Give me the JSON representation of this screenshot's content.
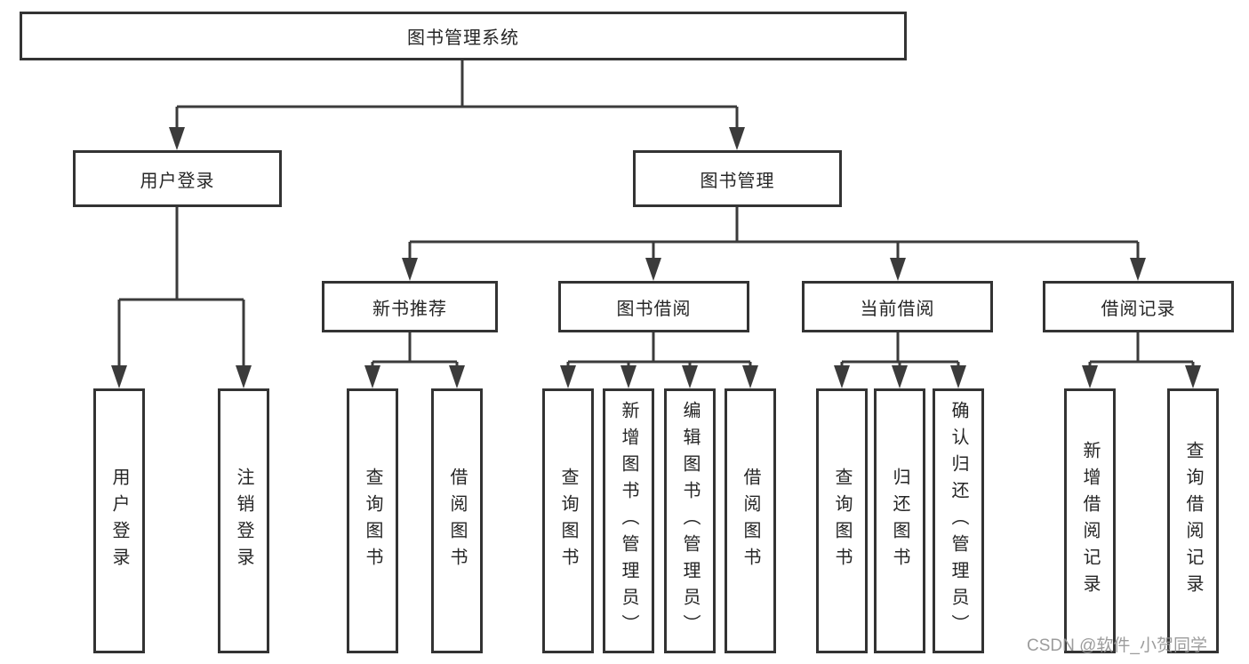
{
  "diagram": {
    "title": "图书管理系统",
    "kind": "hierarchy-diagram"
  },
  "nodes": {
    "root": "图书管理系统",
    "user_login": "用户登录",
    "book_mgmt": "图书管理",
    "new_book_rec": "新书推荐",
    "book_borrow": "图书借阅",
    "current_borrow": "当前借阅",
    "borrow_records": "借阅记录",
    "leaf_user_login": "用户登录",
    "leaf_logout": "注销登录",
    "leaf_rec_query_books": "查询图书",
    "leaf_rec_borrow_books": "借阅图书",
    "leaf_bb_query_books": "查询图书",
    "leaf_bb_add_books": "新增图书（管理员）",
    "leaf_bb_edit_books": "编辑图书（管理员）",
    "leaf_bb_borrow_books": "借阅图书",
    "leaf_cb_query_books": "查询图书",
    "leaf_cb_return_books": "归还图书",
    "leaf_cb_confirm_return": "确认归还（管理员）",
    "leaf_br_add_record": "新增借阅记录",
    "leaf_br_query_record": "查询借阅记录"
  },
  "structure": {
    "root": [
      "user_login",
      "book_mgmt"
    ],
    "user_login": [
      "leaf_user_login",
      "leaf_logout"
    ],
    "book_mgmt": [
      "new_book_rec",
      "book_borrow",
      "current_borrow",
      "borrow_records"
    ],
    "new_book_rec": [
      "leaf_rec_query_books",
      "leaf_rec_borrow_books"
    ],
    "book_borrow": [
      "leaf_bb_query_books",
      "leaf_bb_add_books",
      "leaf_bb_edit_books",
      "leaf_bb_borrow_books"
    ],
    "current_borrow": [
      "leaf_cb_query_books",
      "leaf_cb_return_books",
      "leaf_cb_confirm_return"
    ],
    "borrow_records": [
      "leaf_br_add_record",
      "leaf_br_query_record"
    ]
  },
  "watermark": "CSDN @软件_小贺同学",
  "colors": {
    "line": "#3b3b3b",
    "box_border": "#333333",
    "text": "#262626",
    "watermark": "#949494",
    "background": "#ffffff"
  }
}
